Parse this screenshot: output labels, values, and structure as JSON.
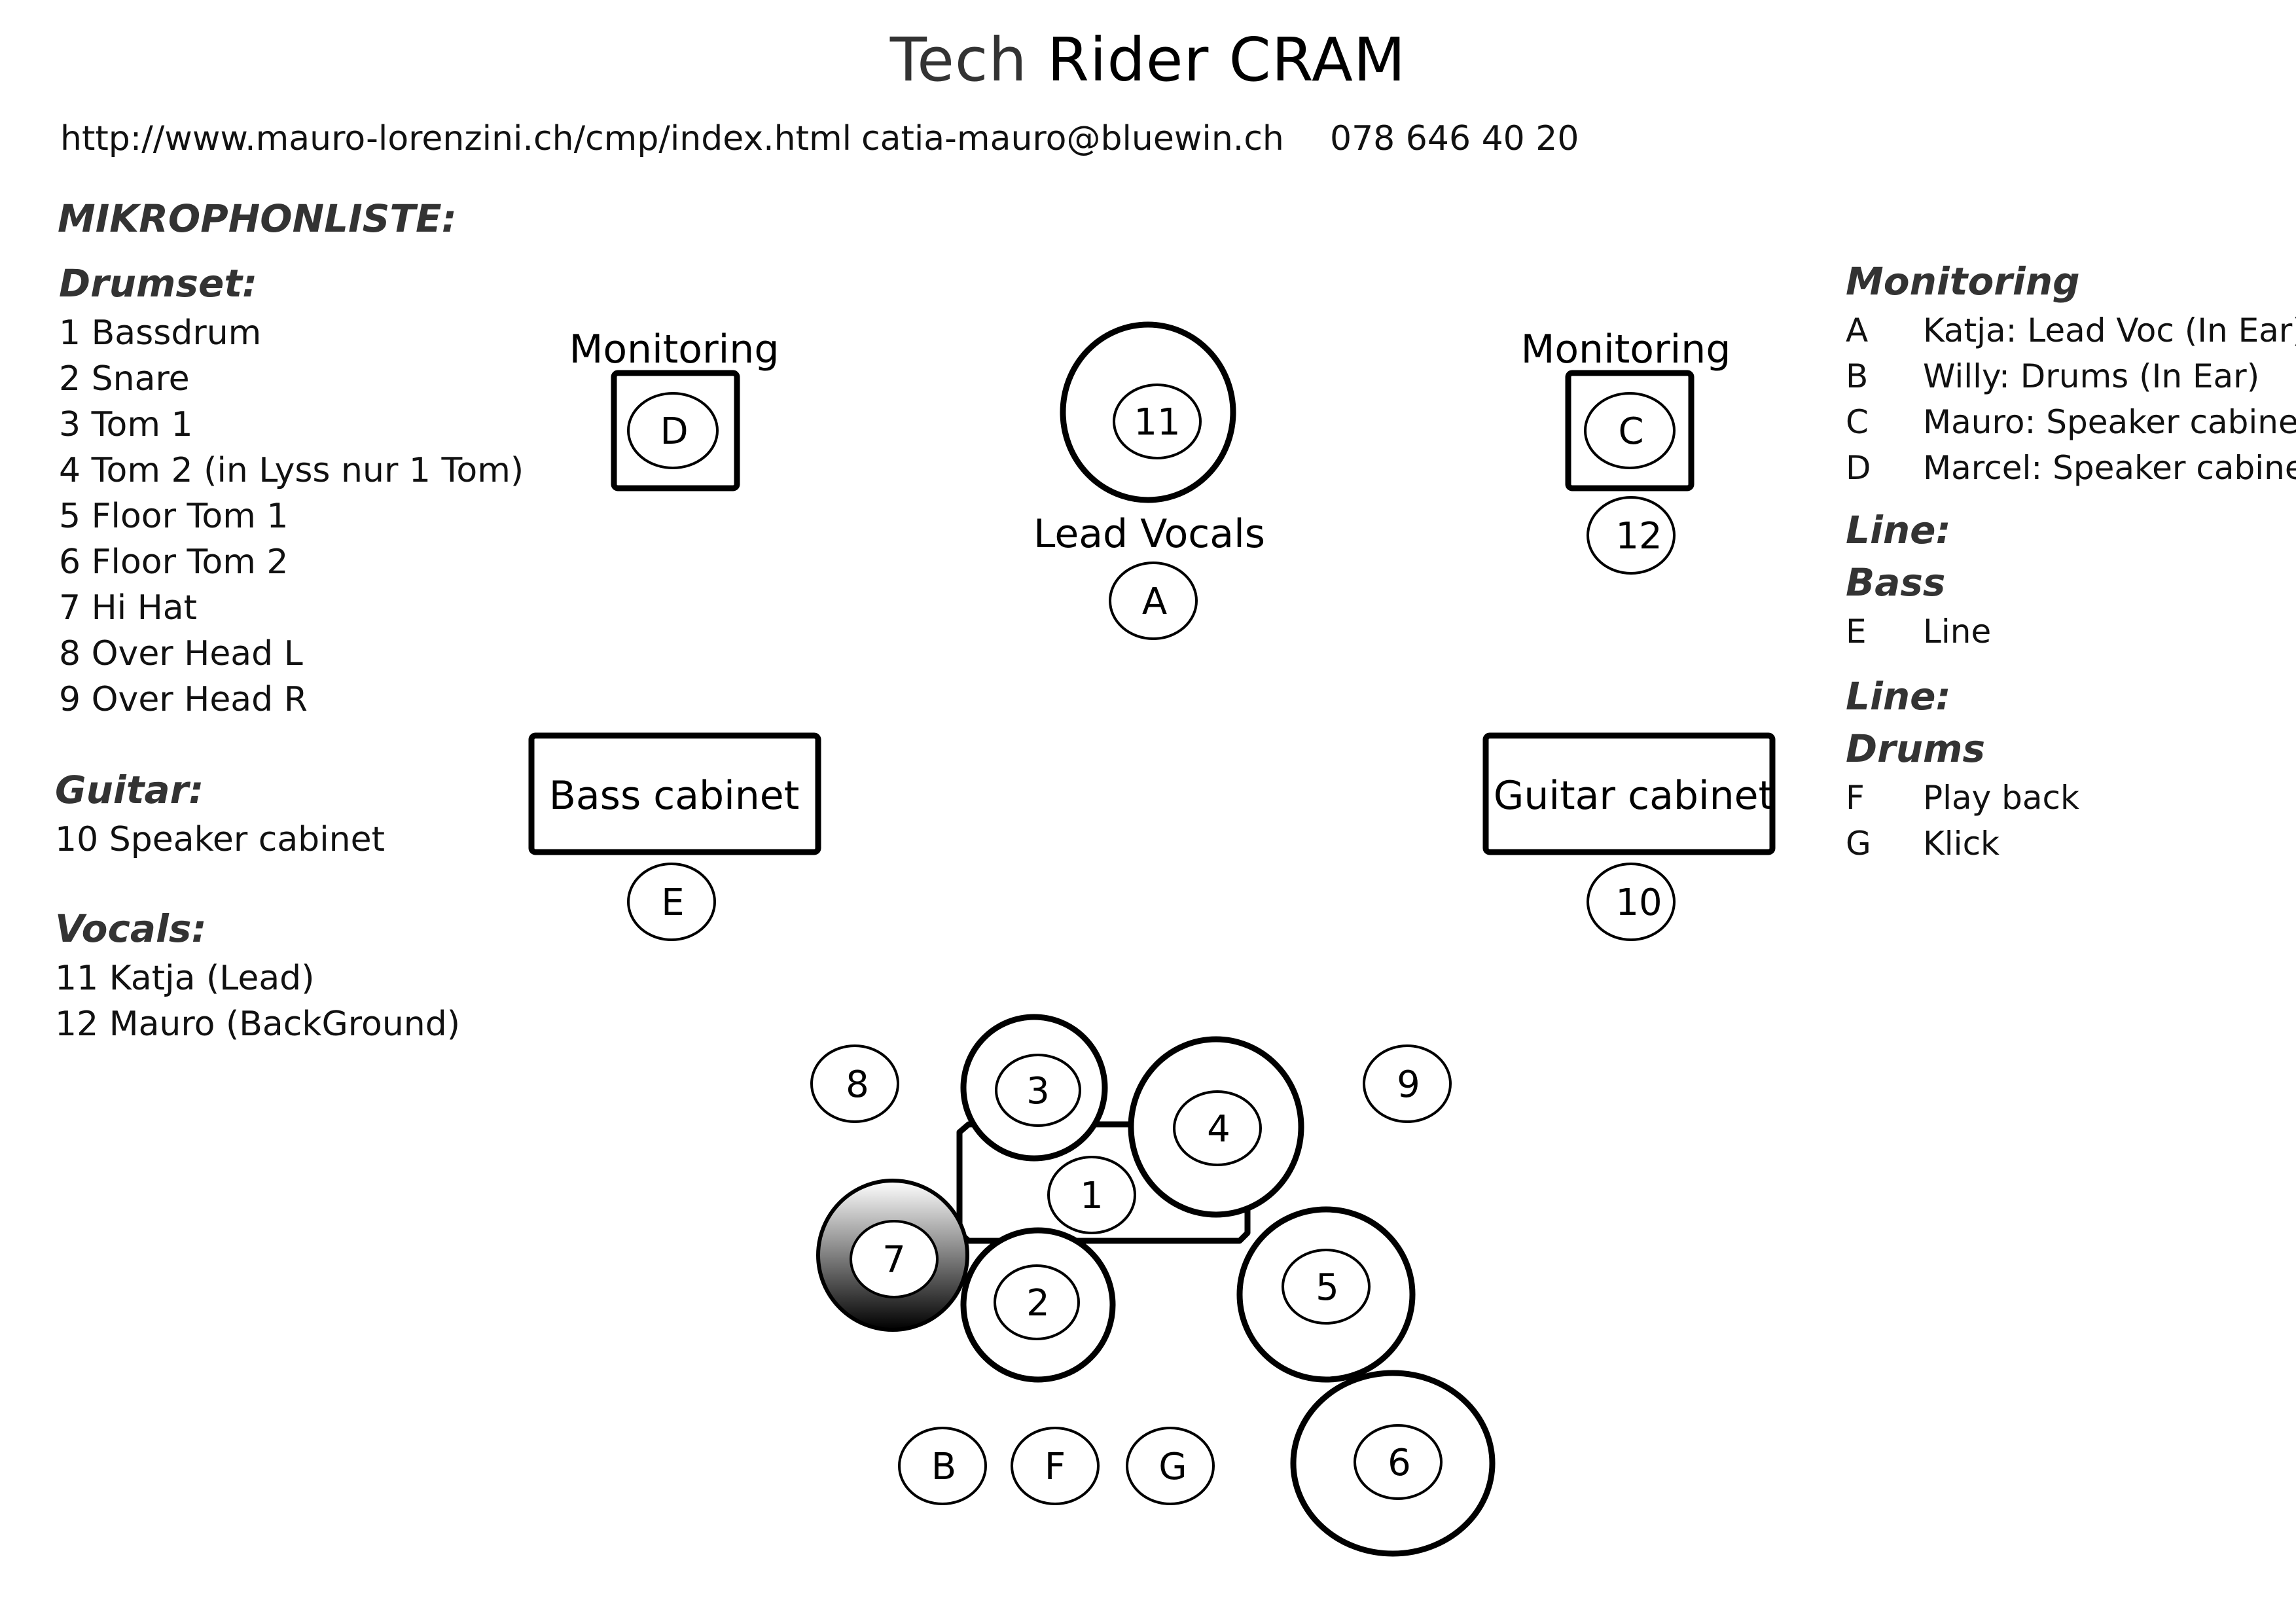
{
  "title": {
    "part1": "Tech",
    "part2": "Rider CRAM"
  },
  "contact": {
    "url": "http://www.mauro-lorenzini.ch/cmp/index.html",
    "email": "catia-mauro@bluewin.ch",
    "phone": "078 646 40 20"
  },
  "mic_list": {
    "heading": "MIKROPHONLISTE:",
    "drumset": {
      "heading": "Drumset:",
      "items": [
        "1 Bassdrum",
        "2 Snare",
        "3 Tom 1",
        "4 Tom 2 (in Lyss nur 1 Tom)",
        "5 Floor Tom 1",
        "6 Floor Tom 2",
        "7 Hi Hat",
        "8 Over Head L",
        "9 Over Head R"
      ]
    },
    "guitar": {
      "heading": "Guitar:",
      "items": [
        "10 Speaker cabinet"
      ]
    },
    "vocals": {
      "heading": "Vocals:",
      "items": [
        "11 Katja (Lead)",
        "12 Mauro (BackGround)"
      ]
    }
  },
  "right_panel": {
    "monitoring": {
      "heading": "Monitoring",
      "items": [
        {
          "key": "A",
          "text": "Katja: Lead Voc  (In Ear)"
        },
        {
          "key": "B",
          "text": "Willy: Drums (In Ear)"
        },
        {
          "key": "C",
          "text": "Mauro: Speaker cabinet"
        },
        {
          "key": "D",
          "text": "Marcel: Speaker cabinet"
        }
      ]
    },
    "line_bass": {
      "heading1": "Line:",
      "heading2": "Bass",
      "items": [
        {
          "key": "E",
          "text": "Line"
        }
      ]
    },
    "line_drums": {
      "heading1": "Line:",
      "heading2": "Drums",
      "items": [
        {
          "key": "F",
          "text": "Play back"
        },
        {
          "key": "G",
          "text": "Klick"
        }
      ]
    }
  },
  "stage": {
    "monitor_label": "Monitoring",
    "lead_vocals_label": "Lead Vocals",
    "bass_cabinet_label": "Bass cabinet",
    "guitar_cabinet_label": "Guitar cabinet",
    "markers": {
      "mon_left": "D",
      "mon_right": "C",
      "lead_mic": "11",
      "lead_monitor": "A",
      "backing_mic": "12",
      "bass_line": "E",
      "guitar_mic": "10",
      "bassdrum": "1",
      "snare": "2",
      "tom1": "3",
      "tom2": "4",
      "floor_tom1": "5",
      "floor_tom2": "6",
      "hihat": "7",
      "overhead_l": "8",
      "overhead_r": "9",
      "drums_in_ear": "B",
      "playback": "F",
      "klick": "G"
    }
  }
}
